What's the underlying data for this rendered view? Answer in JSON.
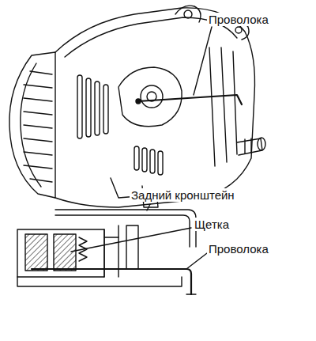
{
  "diagram": {
    "labels": [
      "Проволока",
      "Задний кронштейн",
      "Щетка",
      "Проволока"
    ]
  }
}
